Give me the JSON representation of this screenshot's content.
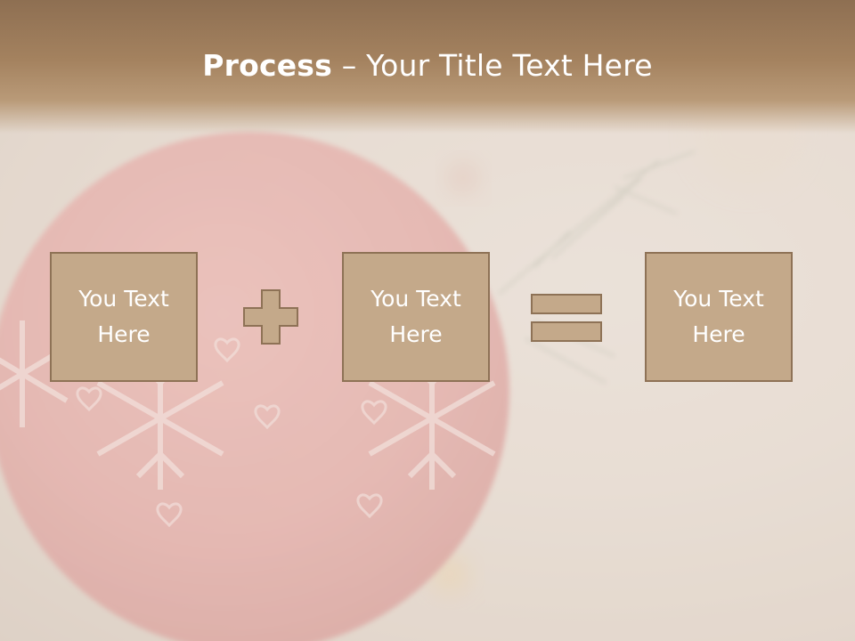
{
  "slide": {
    "title": {
      "bold": "Process",
      "separator": " – ",
      "rest": "Your Title Text Here"
    },
    "boxes": [
      {
        "text": "You Text\nHere"
      },
      {
        "text": "You Text\nHere"
      },
      {
        "text": "You Text\nHere"
      }
    ],
    "operators": [
      "plus-icon",
      "equals-icon"
    ],
    "colors": {
      "header": "#9b7a5a",
      "box_fill": "#c4a98a",
      "box_border": "#8e7256",
      "text": "#ffffff",
      "ornament": "#d88a86"
    }
  }
}
